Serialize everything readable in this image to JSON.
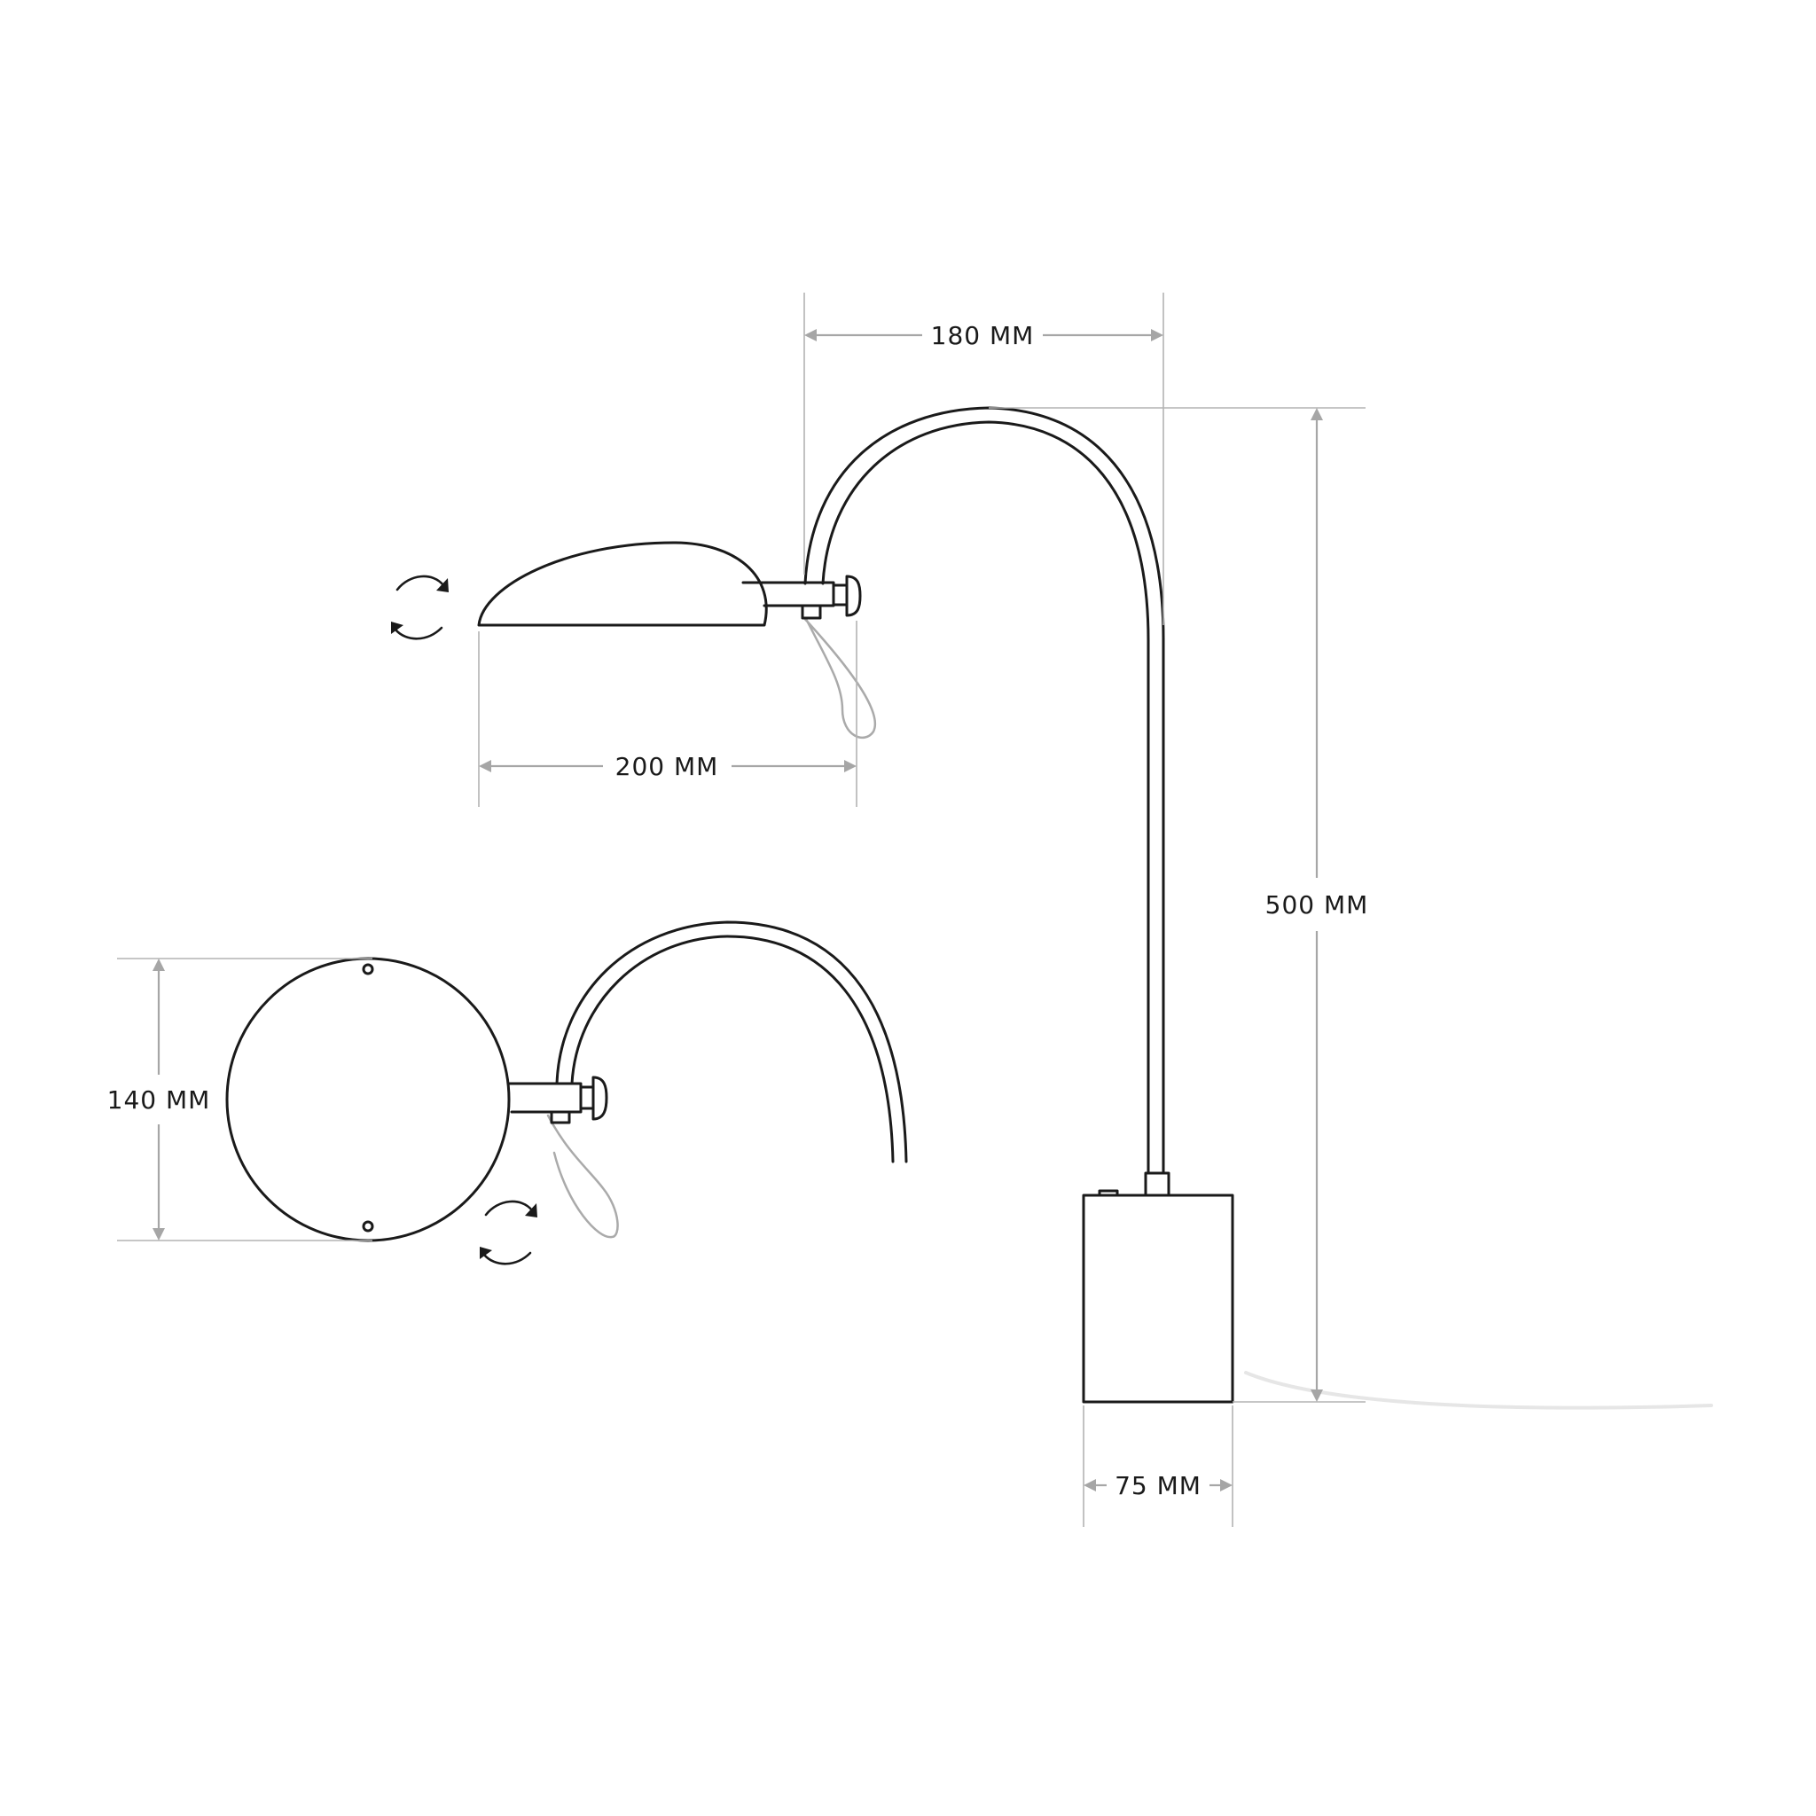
{
  "dimensions": {
    "arm_reach": "180 MM",
    "shade_width": "200 MM",
    "height": "500 MM",
    "wall_plate_diameter": "140 MM",
    "base_width": "75 MM"
  },
  "colors": {
    "line": "#1a1a1a",
    "dimension_line": "#a6a6a6",
    "cord": "#aaaaaa",
    "background": "#ffffff"
  },
  "icons": [
    "rotate-arrows-icon",
    "rotate-arrows-icon"
  ]
}
